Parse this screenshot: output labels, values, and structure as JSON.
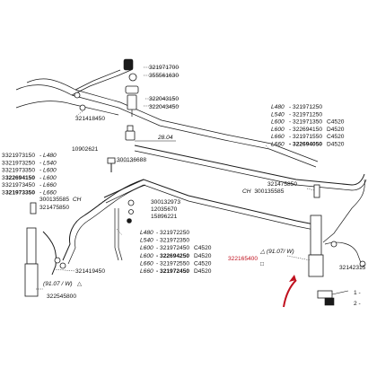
{
  "top_group": {
    "pn1": "321971700",
    "pn2": "355561630",
    "pn3": "322043150",
    "pn4": "322043450",
    "pn5": "321418450"
  },
  "mid_left": {
    "pn_top": "10902621",
    "pn_right": "300136688",
    "dim": "28.04"
  },
  "top_right": [
    {
      "model": "L480",
      "pn": "321971250",
      "suffix": ""
    },
    {
      "model": "L540",
      "pn": "321971250",
      "suffix": ""
    },
    {
      "model": "L600",
      "pn": "321971350",
      "suffix": "C4520"
    },
    {
      "model": "L600",
      "pn": "322694150",
      "suffix": "D4520"
    },
    {
      "model": "L660",
      "pn": "321971550",
      "suffix": "C4520"
    },
    {
      "model": "L660",
      "pn": "322694050",
      "suffix": "D4520"
    }
  ],
  "left_table": [
    {
      "pn": "321973150",
      "model": "L480"
    },
    {
      "pn": "321973250",
      "model": "L540"
    },
    {
      "pn": "321973350",
      "model": "L600"
    },
    {
      "pn": "322694150",
      "model": "L600"
    },
    {
      "pn": "321973450",
      "model": "L660"
    },
    {
      "pn": "321973350",
      "model": "L660"
    }
  ],
  "left_prefix": [
    "3",
    "3",
    "3",
    "3",
    "3",
    "3"
  ],
  "ch_left": {
    "pn1": "300135585",
    "ch": "CH",
    "pn2": "321475850"
  },
  "center_small": {
    "pn1": "300132973",
    "pn2": "12035670",
    "pn3": "15896221"
  },
  "center_table": [
    {
      "model": "L480",
      "pn": "321972250",
      "suffix": ""
    },
    {
      "model": "L540",
      "pn": "321972350",
      "suffix": ""
    },
    {
      "model": "L600",
      "pn": "321972450",
      "suffix": "C4520"
    },
    {
      "model": "L600",
      "pn": "322694250",
      "suffix": "D4520"
    },
    {
      "model": "L660",
      "pn": "321972550",
      "suffix": "C4520"
    },
    {
      "model": "L660",
      "pn": "321972450",
      "suffix": "D4520"
    }
  ],
  "right_mid": {
    "pn1": "321475850",
    "ch": "CH",
    "pn2": "300135585"
  },
  "red_label": "322165400",
  "date_note": "△ (91.07/ W)",
  "square_mark": "□",
  "bottom_left": {
    "pn1": "321419450",
    "date": "(91.07 / W)",
    "triangle": "△",
    "pn2": "322545800"
  },
  "bottom_right": {
    "pn": "32142315"
  },
  "legend": {
    "item1": "1 -",
    "item2": "2 -"
  }
}
